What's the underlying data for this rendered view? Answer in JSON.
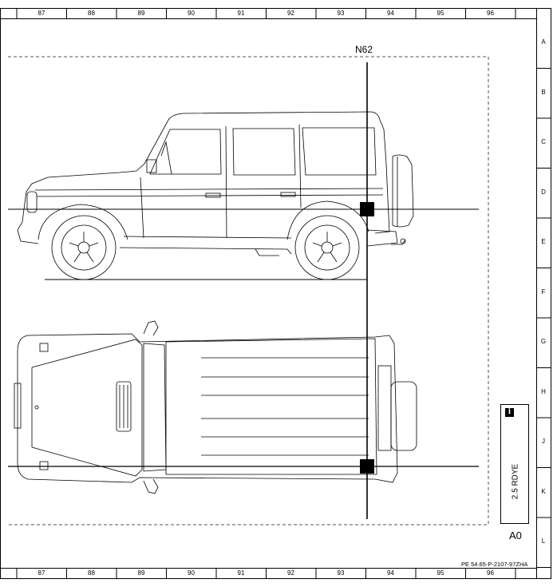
{
  "grid": {
    "columns": [
      "87",
      "88",
      "89",
      "90",
      "91",
      "92",
      "93",
      "94",
      "95",
      "96"
    ],
    "rows": [
      "A",
      "B",
      "C",
      "D",
      "E",
      "F",
      "G",
      "H",
      "J",
      "K",
      "L"
    ]
  },
  "component_callout": "N62",
  "info_box": {
    "icon": "info-icon",
    "text": "2.5 RDYE",
    "connector_code": "A0"
  },
  "document_reference": "PE 54.65-P-2107-97ZHA",
  "views": [
    "side-view",
    "top-view"
  ]
}
